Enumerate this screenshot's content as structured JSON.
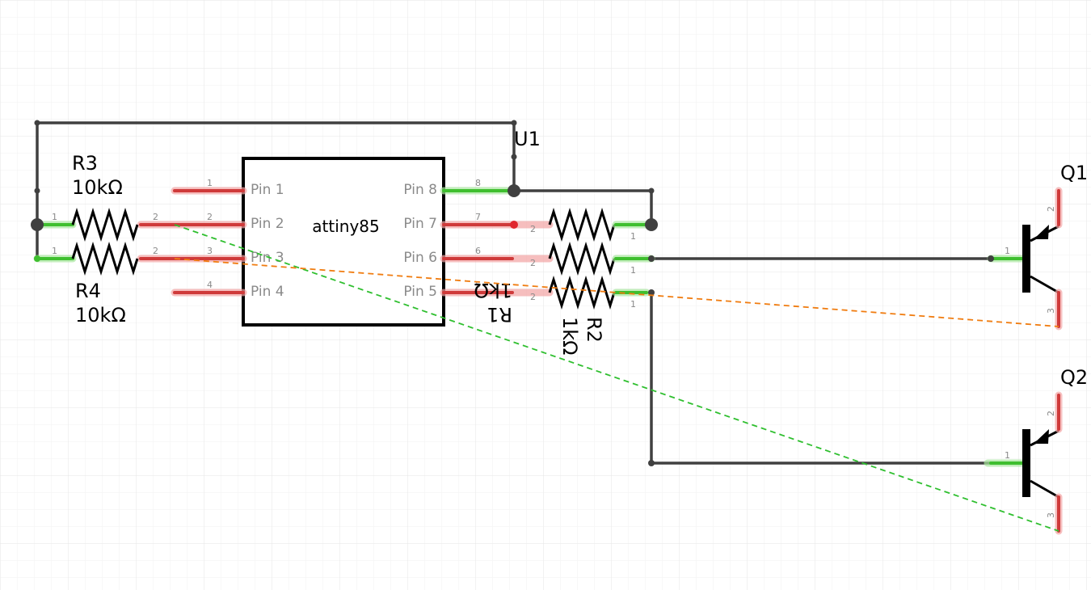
{
  "chip": {
    "ref": "U1",
    "name": "attiny85",
    "left_pins": [
      {
        "num": "1",
        "label": "Pin 1"
      },
      {
        "num": "2",
        "label": "Pin 2"
      },
      {
        "num": "3",
        "label": "Pin 3"
      },
      {
        "num": "4",
        "label": "Pin 4"
      }
    ],
    "right_pins": [
      {
        "num": "8",
        "label": "Pin 8"
      },
      {
        "num": "7",
        "label": "Pin 7"
      },
      {
        "num": "6",
        "label": "Pin 6"
      },
      {
        "num": "5",
        "label": "Pin 5"
      }
    ]
  },
  "resistors": {
    "r1": {
      "ref": "R1",
      "value": "1kΩ",
      "pin_a": "1",
      "pin_b": "2"
    },
    "r2": {
      "ref": "R2",
      "value": "1kΩ",
      "pin_a": "1",
      "pin_b": "2"
    },
    "r3": {
      "ref": "R3",
      "value": "10kΩ",
      "pin_a": "1",
      "pin_b": "2"
    },
    "r4": {
      "ref": "R4",
      "value": "10kΩ",
      "pin_a": "1",
      "pin_b": "2"
    },
    "r_mid_a": {
      "pin_a": "2",
      "pin_b": "1"
    }
  },
  "transistors": {
    "q1": {
      "ref": "Q1",
      "base": "1",
      "collector": "2",
      "emitter": "3"
    },
    "q2": {
      "ref": "Q2",
      "base": "1",
      "collector": "2",
      "emitter": "3"
    }
  },
  "colors": {
    "grid": "#ececec",
    "wire": "#404040",
    "connected_leg": "#3fbf2f",
    "unconnected_leg": "#cf3a3a",
    "ratsnest_a": "#2fbf2f",
    "ratsnest_b": "#f07c10"
  }
}
